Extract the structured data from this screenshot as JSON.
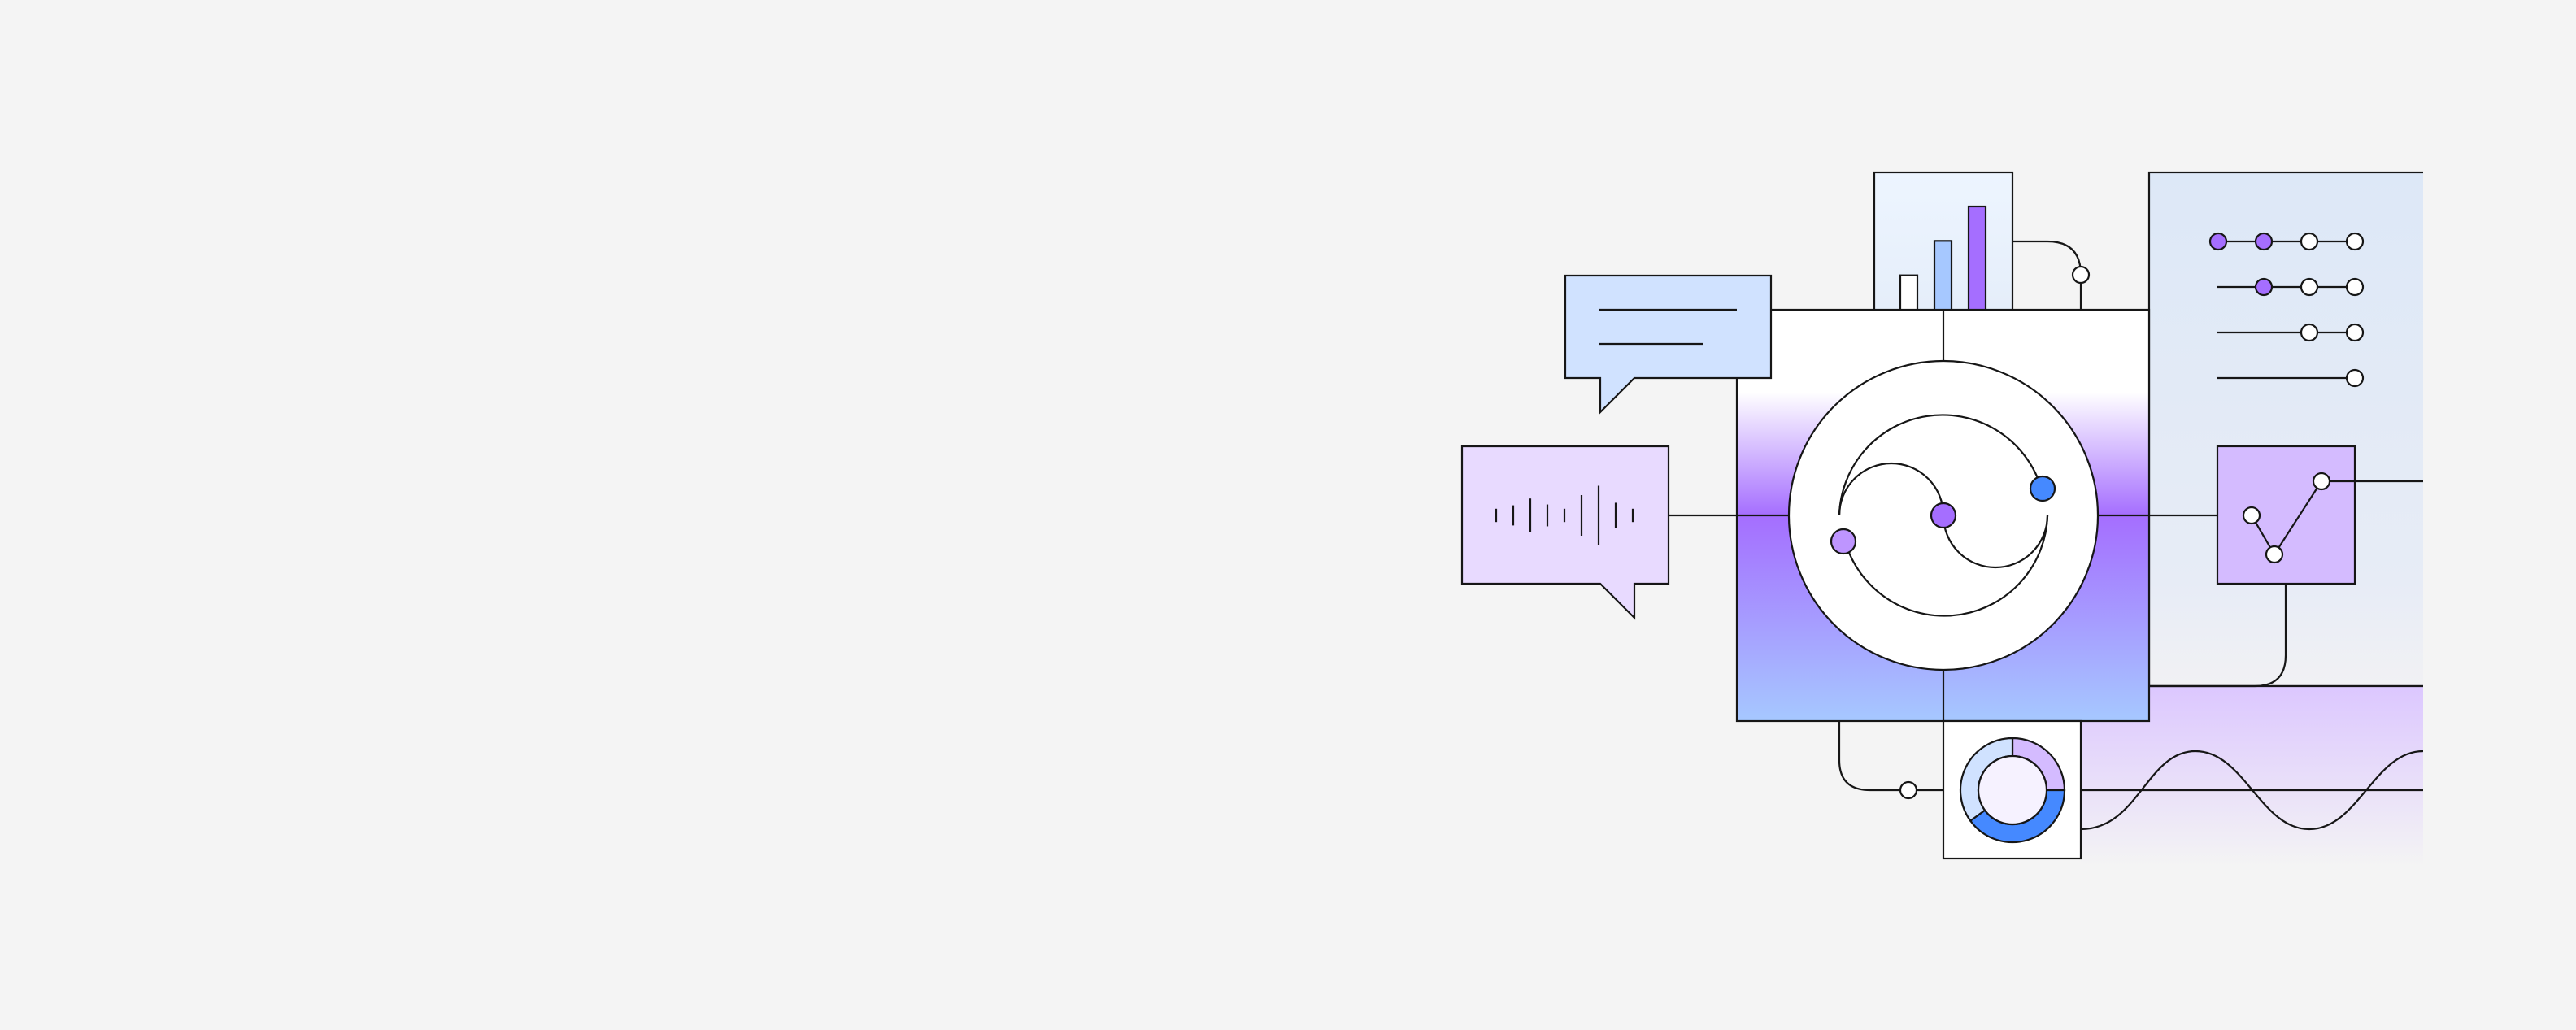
{
  "colors": {
    "background": "#f4f4f4",
    "stroke": "#161616",
    "purple": "#a56eff",
    "light_purple": "#d4bbff",
    "pale_purple": "#e8daff",
    "blue": "#4589ff",
    "light_blue": "#a6c8ff",
    "pale_blue": "#d0e2ff",
    "very_pale_blue": "#edf5ff",
    "white": "#ffffff"
  },
  "icons": {
    "chat_bubble": "chat-bubble-icon",
    "audio_bubble": "audio-waveform-icon",
    "bar_chart": "bar-chart-icon",
    "hub": "swirl-hub-icon",
    "donut": "donut-chart-icon",
    "line_chart": "line-chart-icon",
    "slider_panel": "slider-settings-icon",
    "wave": "sine-wave-icon"
  },
  "bar_chart": {
    "values": [
      1,
      2,
      3
    ],
    "colors": [
      "#ffffff",
      "#a6c8ff",
      "#a56eff"
    ]
  },
  "donut_chart": {
    "segments": [
      {
        "value": 25,
        "color": "#d4bbff"
      },
      {
        "value": 40,
        "color": "#4589ff"
      },
      {
        "value": 35,
        "color": "#d0e2ff"
      }
    ]
  },
  "slider_panel": {
    "rows": [
      {
        "filled": 2,
        "total": 4
      },
      {
        "filled": 1,
        "total": 3
      },
      {
        "filled": 0,
        "total": 2
      },
      {
        "filled": 0,
        "total": 1
      }
    ]
  },
  "audio_wave": {
    "levels": [
      0.2,
      0.4,
      0.8,
      0.45,
      0.2,
      1.0,
      1.55,
      0.55,
      0.2
    ]
  }
}
